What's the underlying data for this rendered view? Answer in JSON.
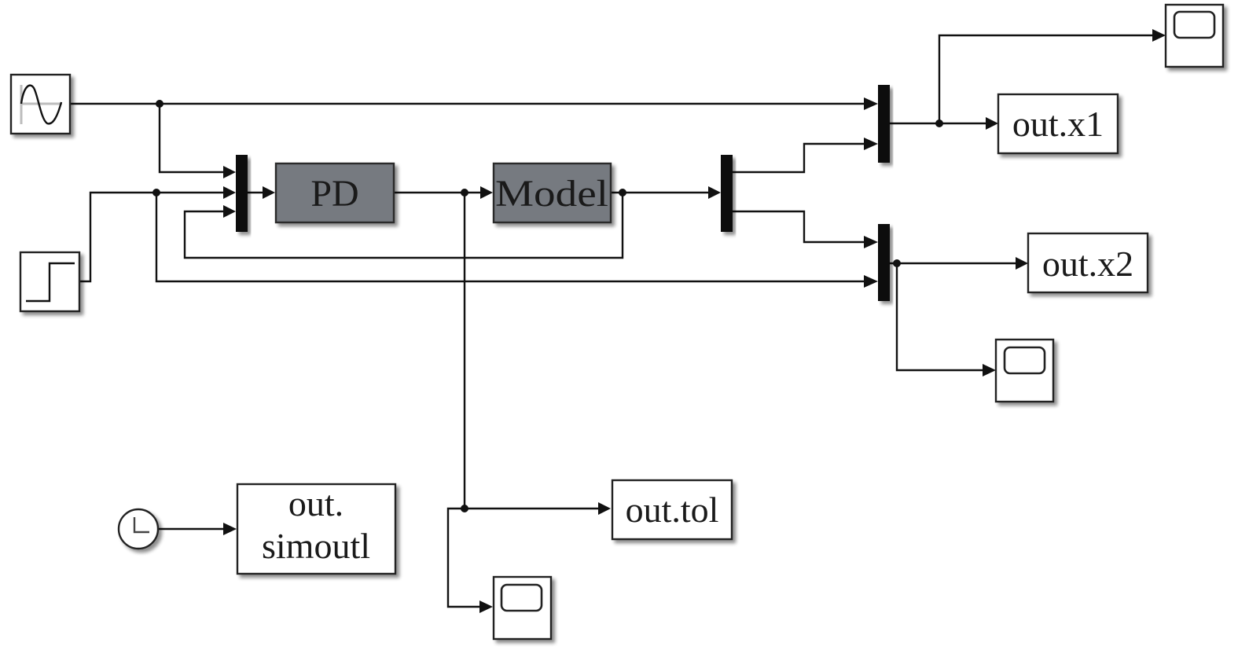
{
  "diagram": {
    "type": "simulink-block-diagram",
    "blocks": {
      "sine": {
        "kind": "Sine Wave",
        "icon": "sine-wave-icon"
      },
      "step": {
        "kind": "Step",
        "icon": "step-icon"
      },
      "clock": {
        "kind": "Clock",
        "icon": "clock-icon"
      },
      "mux_input": {
        "kind": "Mux",
        "inputs": 3
      },
      "pd": {
        "kind": "Subsystem",
        "label": "PD"
      },
      "model": {
        "kind": "Subsystem",
        "label": "Model"
      },
      "demux": {
        "kind": "Demux",
        "outputs": 2
      },
      "mux_x1": {
        "kind": "Mux",
        "inputs": 2
      },
      "mux_x2": {
        "kind": "Mux",
        "inputs": 2
      },
      "out_x1": {
        "kind": "To Workspace",
        "label": "out.x1"
      },
      "out_x2": {
        "kind": "To Workspace",
        "label": "out.x2"
      },
      "out_tol": {
        "kind": "To Workspace",
        "label": "out.tol"
      },
      "out_simout": {
        "kind": "To Workspace",
        "label_line1": "out.",
        "label_line2": "simoutl"
      },
      "scope_x1": {
        "kind": "Scope",
        "icon": "scope-icon"
      },
      "scope_x2": {
        "kind": "Scope",
        "icon": "scope-icon"
      },
      "scope_tol": {
        "kind": "Scope",
        "icon": "scope-icon"
      }
    },
    "connections": [
      {
        "from": "sine",
        "to": [
          "mux_input:1",
          "mux_x1:1"
        ]
      },
      {
        "from": "step",
        "to": [
          "mux_input:2",
          "mux_x2:2"
        ]
      },
      {
        "from": "model",
        "to": [
          "mux_input:3",
          "demux"
        ]
      },
      {
        "from": "mux_input",
        "to": [
          "pd"
        ]
      },
      {
        "from": "pd",
        "to": [
          "model",
          "out_tol",
          "scope_tol"
        ]
      },
      {
        "from": "demux:1",
        "to": [
          "mux_x1:2"
        ]
      },
      {
        "from": "demux:2",
        "to": [
          "mux_x2:1"
        ]
      },
      {
        "from": "mux_x1",
        "to": [
          "out_x1",
          "scope_x1"
        ]
      },
      {
        "from": "mux_x2",
        "to": [
          "out_x2",
          "scope_x2"
        ]
      },
      {
        "from": "clock",
        "to": [
          "out_simout"
        ]
      }
    ],
    "colors": {
      "subsystem_fill": "#767a80",
      "line": "#111111",
      "block_fill": "#ffffff"
    }
  }
}
